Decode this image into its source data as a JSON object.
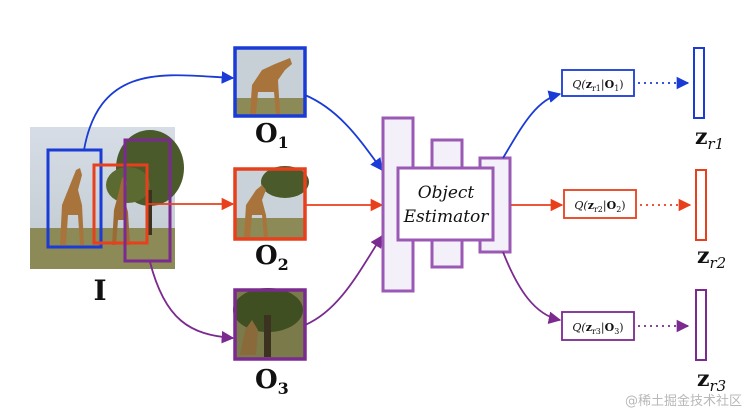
{
  "image_label": "I",
  "objects": [
    {
      "id": "O1",
      "label_main": "O",
      "label_sub": "1",
      "color": "#1a3bd6"
    },
    {
      "id": "O2",
      "label_main": "O",
      "label_sub": "2",
      "color": "#e8401c"
    },
    {
      "id": "O3",
      "label_main": "O",
      "label_sub": "3",
      "color": "#7b2a8f"
    }
  ],
  "estimator": {
    "line1": "Object",
    "line2": "Estimator",
    "color": "#9b59b6"
  },
  "posteriors": [
    {
      "text": "Q(z_r1|O_1)",
      "pre": "Q(",
      "z": "z",
      "zsub": "r1",
      "mid": "|",
      "o": "O",
      "osub": "1",
      "post": ")",
      "color": "#1a3bd6"
    },
    {
      "text": "Q(z_r2|O_2)",
      "pre": "Q(",
      "z": "z",
      "zsub": "r2",
      "mid": "|",
      "o": "O",
      "osub": "2",
      "post": ")",
      "color": "#e8401c"
    },
    {
      "text": "Q(z_r3|O_3)",
      "pre": "Q(",
      "z": "z",
      "zsub": "r3",
      "mid": "|",
      "o": "O",
      "osub": "3",
      "post": ")",
      "color": "#7b2a8f"
    }
  ],
  "latents": [
    {
      "main": "z",
      "sub": "r1",
      "color": "#1a3bd6"
    },
    {
      "main": "z",
      "sub": "r2",
      "color": "#e8401c"
    },
    {
      "main": "z",
      "sub": "r3",
      "color": "#7b2a8f"
    }
  ],
  "watermark": "@稀土掘金技术社区",
  "colors": {
    "blue": "#1a3bd6",
    "red": "#e8401c",
    "purple": "#7b2a8f",
    "estimator": "#9b59b6",
    "estimator_fill": "#f3f0fa",
    "sky": "#c9d2dc",
    "grass": "#8c8a56",
    "tree": "#4a5a2a"
  }
}
